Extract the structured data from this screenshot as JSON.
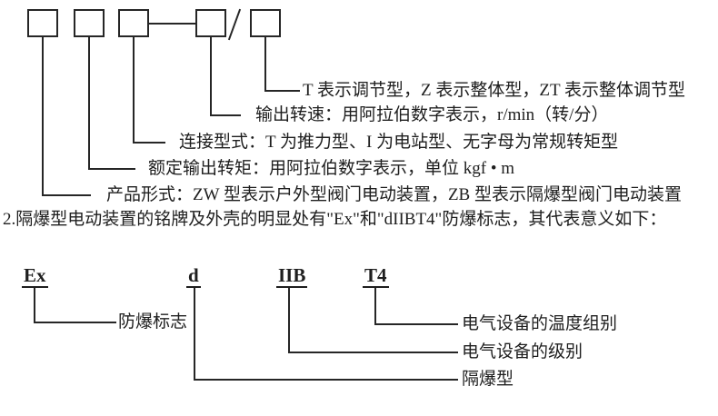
{
  "colors": {
    "ink": "#1e1e1e",
    "background": "#ffffff"
  },
  "model_diagram": {
    "leaders": [
      {
        "text": "T 表示调节型，Z 表示整体型，ZT 表示整体调节型"
      },
      {
        "text": "输出转速：用阿拉伯数字表示，r/min（转/分）"
      },
      {
        "text": "连接型式：T 为推力型、I 为电站型、无字母为常规转矩型"
      },
      {
        "text": "额定输出转矩：用阿拉伯数字表示，单位 kgf • m"
      },
      {
        "text": "产品形式：ZW 型表示户外型阀门电动装置，ZB 型表示隔爆型阀门电动装置"
      }
    ]
  },
  "note": "2.隔爆型电动装置的铭牌及外壳的明显处有\"Ex\"和\"dIIBT4\"防爆标志，其代表意义如下：",
  "ex_diagram": {
    "codes": [
      {
        "label": "Ex"
      },
      {
        "label": "d"
      },
      {
        "label": "IIB"
      },
      {
        "label": "T4"
      }
    ],
    "meanings": [
      {
        "text": "防爆标志"
      },
      {
        "text": "电气设备的温度组别"
      },
      {
        "text": "电气设备的级别"
      },
      {
        "text": "隔爆型"
      }
    ]
  }
}
